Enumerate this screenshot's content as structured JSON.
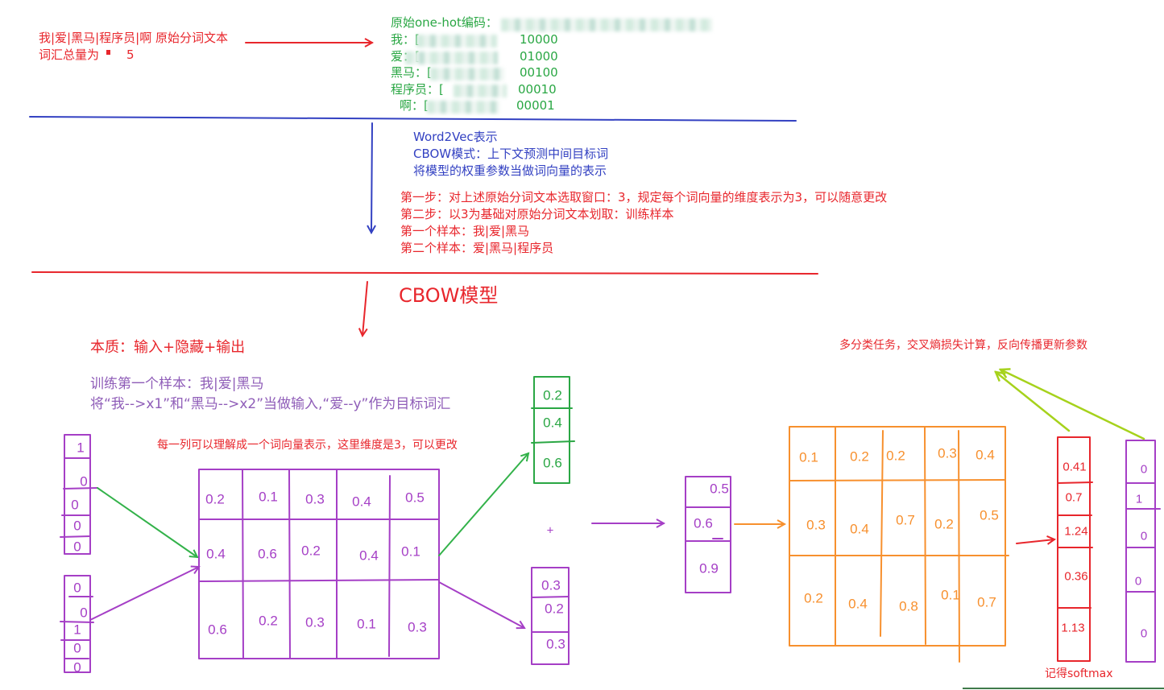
{
  "header": {
    "tokens": "我|爱|黑马|程序员|啊",
    "tokens_caption": "原始分词文本",
    "vocab_label": "词汇总量为",
    "vocab_size": "5"
  },
  "onehot": {
    "title": "原始one-hot编码：",
    "rows": [
      {
        "word": "我：[",
        "code": "10000"
      },
      {
        "word": "爱：[",
        "code": "01000"
      },
      {
        "word": "黑马：[",
        "code": "00100"
      },
      {
        "word": "程序员：[",
        "code": "00010"
      },
      {
        "word": "啊：[",
        "code": "00001"
      }
    ]
  },
  "word2vec_notes": [
    "Word2Vec表示",
    "CBOW模式：上下文预测中间目标词",
    "将模型的权重参数当做词向量的表示"
  ],
  "steps": [
    "第一步：对上述原始分词文本选取窗口：3，规定每个词向量的维度表示为3，可以随意更改",
    "第二步：以3为基础对原始分词文本划取：训练样本",
    "第一个样本：我|爱|黑马",
    "第二个样本：爱|黑马|程序员"
  ],
  "cbow_title": "CBOW模型",
  "essence": "本质：输入+隐藏+输出",
  "training": [
    "训练第一个样本：我|爱|黑马",
    "将“我-->x1”和“黑马-->x2”当做输入,“爱--y”作为目标词汇"
  ],
  "column_note": "每一列可以理解成一个词向量表示，这里维度是3，可以更改",
  "task_note": "多分类任务，交叉熵损失计算，反向传播更新参数",
  "softmax_note": "记得softmax",
  "plus_sign": "+",
  "input_x1": [
    "1",
    "0",
    "0",
    "0",
    "0"
  ],
  "input_x2": [
    "0",
    "0",
    "1",
    "0",
    "0"
  ],
  "input_weights": [
    [
      "0.2",
      "0.1",
      "0.3",
      "0.4",
      "0.5"
    ],
    [
      "0.4",
      "0.6",
      "0.2",
      "0.4",
      "0.1"
    ],
    [
      "0.6",
      "0.2",
      "0.3",
      "0.1",
      "0.3"
    ]
  ],
  "hidden_x1": [
    "0.2",
    "0.4",
    "0.6"
  ],
  "hidden_x2": [
    "0.3",
    "0.2",
    "0.3"
  ],
  "hidden_sum": [
    "0.5",
    "0.6",
    "0.9"
  ],
  "output_weights": [
    [
      "0.1",
      "0.2",
      "0.2",
      "0.3",
      "0.4"
    ],
    [
      "0.3",
      "0.4",
      "0.7",
      "0.2",
      "0.5"
    ],
    [
      "0.2",
      "0.4",
      "0.8",
      "0.1",
      "0.7"
    ]
  ],
  "output_scores": [
    "0.41",
    "0.7",
    "1.24",
    "0.36",
    "1.13"
  ],
  "target_y": [
    "0",
    "1",
    "0",
    "0",
    "0"
  ],
  "colors": {
    "red": "#e8262c",
    "green": "#2aa744",
    "blue": "#3341c2",
    "purple": "#a53fc6",
    "purpleText": "#8f5db8",
    "orange": "#f7902e",
    "lime": "#a6d21c",
    "arrowGreen": "#33b24a"
  }
}
